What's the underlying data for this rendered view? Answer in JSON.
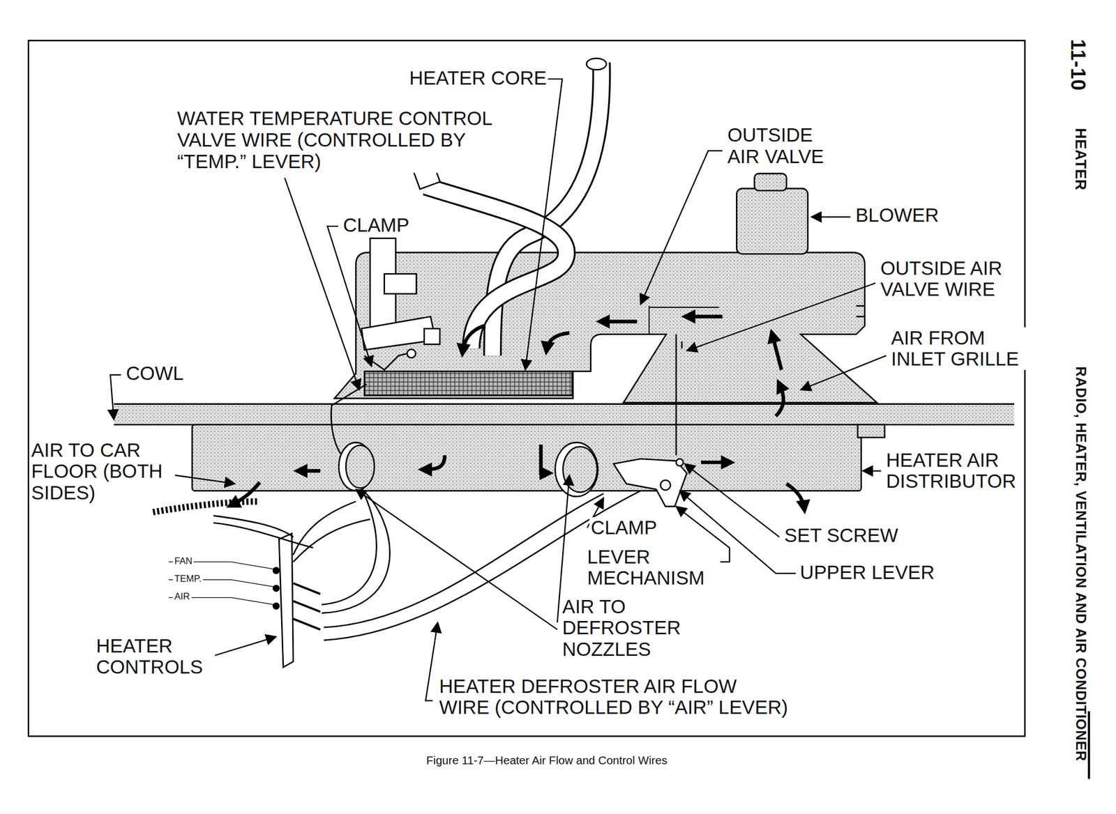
{
  "diagram": {
    "caption": "Figure 11-7—Heater Air Flow and Control Wires",
    "labels": [
      "11-10",
      "HEATER",
      "RADIO, HEATER, VENTILATION AND AIR CONDITIONER",
      "HEATER CORE",
      "WATER TEMPERATURE CONTROL VALVE WIRE (CONTROLLED BY “TEMP.” LEVER)",
      "CLAMP",
      "OUTSIDE AIR VALVE",
      "BLOWER",
      "OUTSIDE AIR VALVE WIRE",
      "AIR FROM INLET GRILLE",
      "COWL",
      "AIR TO CAR FLOOR (BOTH SIDES)",
      "HEATER AIR DISTRIBUTOR",
      "CLAMP",
      "SET SCREW",
      "LEVER MECHANISM",
      "UPPER LEVER",
      "AIR TO DEFROSTER NOZZLES",
      "FAN",
      "TEMP.",
      "AIR",
      "HEATER CONTROLS",
      "HEATER DEFROSTER AIR FLOW WIRE (CONTROLLED BY “AIR” LEVER)"
    ]
  }
}
